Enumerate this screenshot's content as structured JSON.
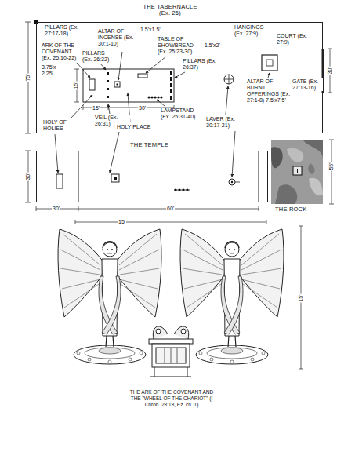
{
  "diagram": {
    "caption": "THE ARK OF THE COVENANT AND THE \"WHEEL OF THE CHARIOT\" (I Chron. 28:18, Ez. ch. 1)",
    "nodes": [
      {
        "text": [
          "THE TABERNACLE (Ex. 26)"
        ]
      },
      {
        "text": [
          "THE TEMPLE"
        ]
      },
      {
        "text": [
          "THE ROCK"
        ]
      }
    ],
    "labels": [
      "PILLARS (Ex. 27:17-18)",
      "HANGINGS (Ex. 27:9)",
      "COURT (Ex. 27:9)",
      "ALTAR OF INCENSE (Ex. 30:1-10)",
      "1.5'x1.5'",
      "ARK OF THE COVENANT (Ex. 25:10-22)",
      "3.75'x 2.25'",
      "TABLE OF SHOWBREAD (Ex. 25:23-30)",
      "1.5'x2'",
      "PILLARS (Ex. 26:32)",
      "PILLARS (Ex. 26:37)",
      "75'",
      "15'",
      "15'",
      "30'",
      "VEIL (Ex. 26:31)",
      "LAMPSTAND (Ex. 25:31-40)",
      "HOLY OF HOLIES",
      "HOLY PLACE",
      "LAVER (Ex. 30:17-21)",
      "ALTAR OF BURNT OFFERINGS (Ex. 27:1-8) 7.5'x7.5'",
      "GATE (Ex. 27:13-16)",
      "30'",
      "30'",
      "30'",
      "60'",
      "55'",
      "15'",
      "15'"
    ]
  }
}
